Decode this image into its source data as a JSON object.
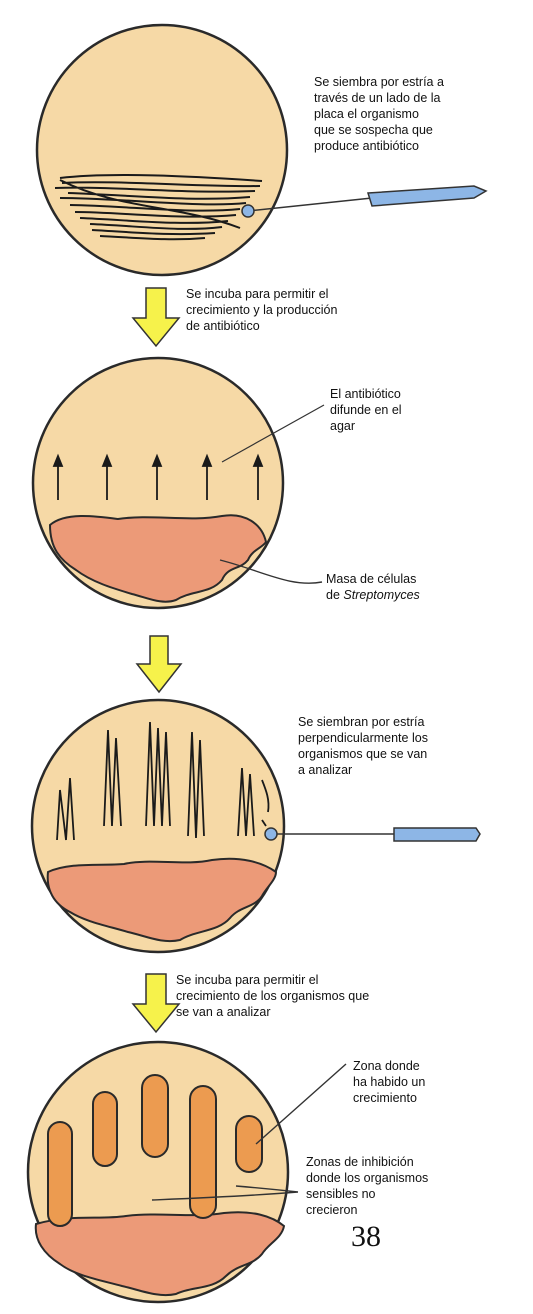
{
  "colors": {
    "agar": "#f6d9a6",
    "colony": "#ec9a78",
    "growth": "#ec9b50",
    "arrow": "#f6f24b",
    "pipette": "#8db6e6",
    "outline": "#2a2a2a"
  },
  "step1": {
    "label": [
      "Se siembra por estría a",
      "través de un lado de la",
      "placa el organismo",
      "que se sospecha que",
      "produce antibiótico"
    ]
  },
  "transition1": {
    "label": [
      "Se incuba para permitir el",
      "crecimiento y la producción",
      "de antibiótico"
    ]
  },
  "step2": {
    "diffuse_label": [
      "El antibiótico",
      "difunde en el",
      "agar"
    ],
    "mass_label_line1": "Masa de células",
    "mass_label_de": "de ",
    "mass_label_genus": "Streptomyces"
  },
  "step3": {
    "label": [
      "Se siembran por estría",
      "perpendicularmente los",
      "organismos que se van",
      "a analizar"
    ]
  },
  "transition3": {
    "label": [
      "Se incuba para permitir el",
      "crecimiento de los organismos que",
      "se van a analizar"
    ]
  },
  "step4": {
    "growth_label": [
      "Zona donde",
      "ha habido un",
      "crecimiento"
    ],
    "inhibition_label": [
      "Zonas de inhibición",
      "donde los organismos",
      "sensibles no",
      "crecieron"
    ]
  },
  "page_number": "38"
}
